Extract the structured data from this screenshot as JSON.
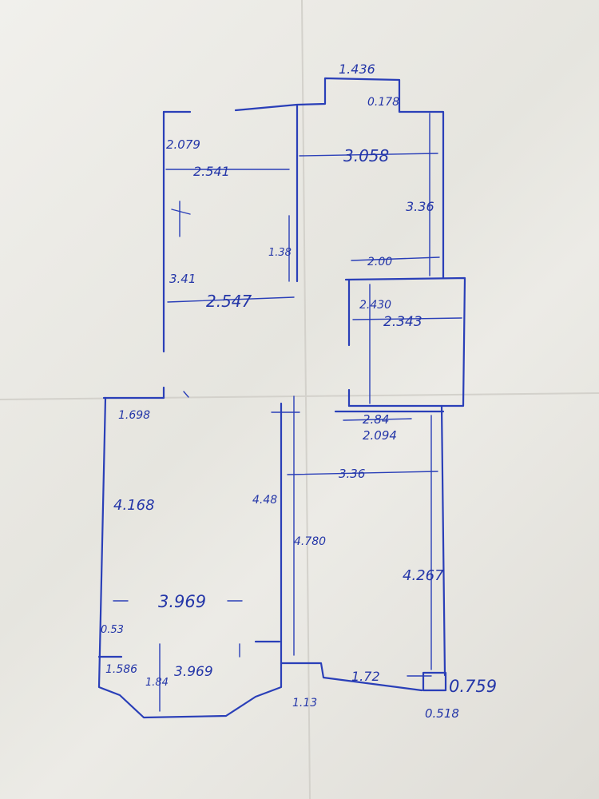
{
  "drawing": {
    "title": "",
    "ink_color": "#2a3fb8",
    "paper_color": "#eceae5",
    "dimensions": {
      "top_bump_width": "1.436",
      "bump_corner": "0.178",
      "upper_left_depth": "2.079",
      "upper_left_width": "2.541",
      "upper_right_width": "3.058",
      "upper_right_depth": "3.36",
      "left_lower_depth": "3.41",
      "left_lower_width": "2.547",
      "left_jog": "1.38",
      "middle_top_width": "2.00",
      "middle_depth": "2.430",
      "middle_width": "2.343",
      "lower_left_top": "1.698",
      "lower_left_depth": "4.168",
      "center_wall": "4.48",
      "center_wall_lower": "4.780",
      "lower_right_top_a": "2.84",
      "lower_right_top_b": "2.094",
      "lower_right_width": "3.36",
      "lower_right_depth": "4.267",
      "lower_left_width": "3.969",
      "bay_width": "3.969",
      "bay_small": "0.53",
      "bay_side": "1.586",
      "bay_depth": "1.84",
      "bottom_gap": "1.13",
      "bottom_run": "1.72",
      "corner_box_a": "0.759",
      "corner_box_b": "0.518"
    }
  }
}
